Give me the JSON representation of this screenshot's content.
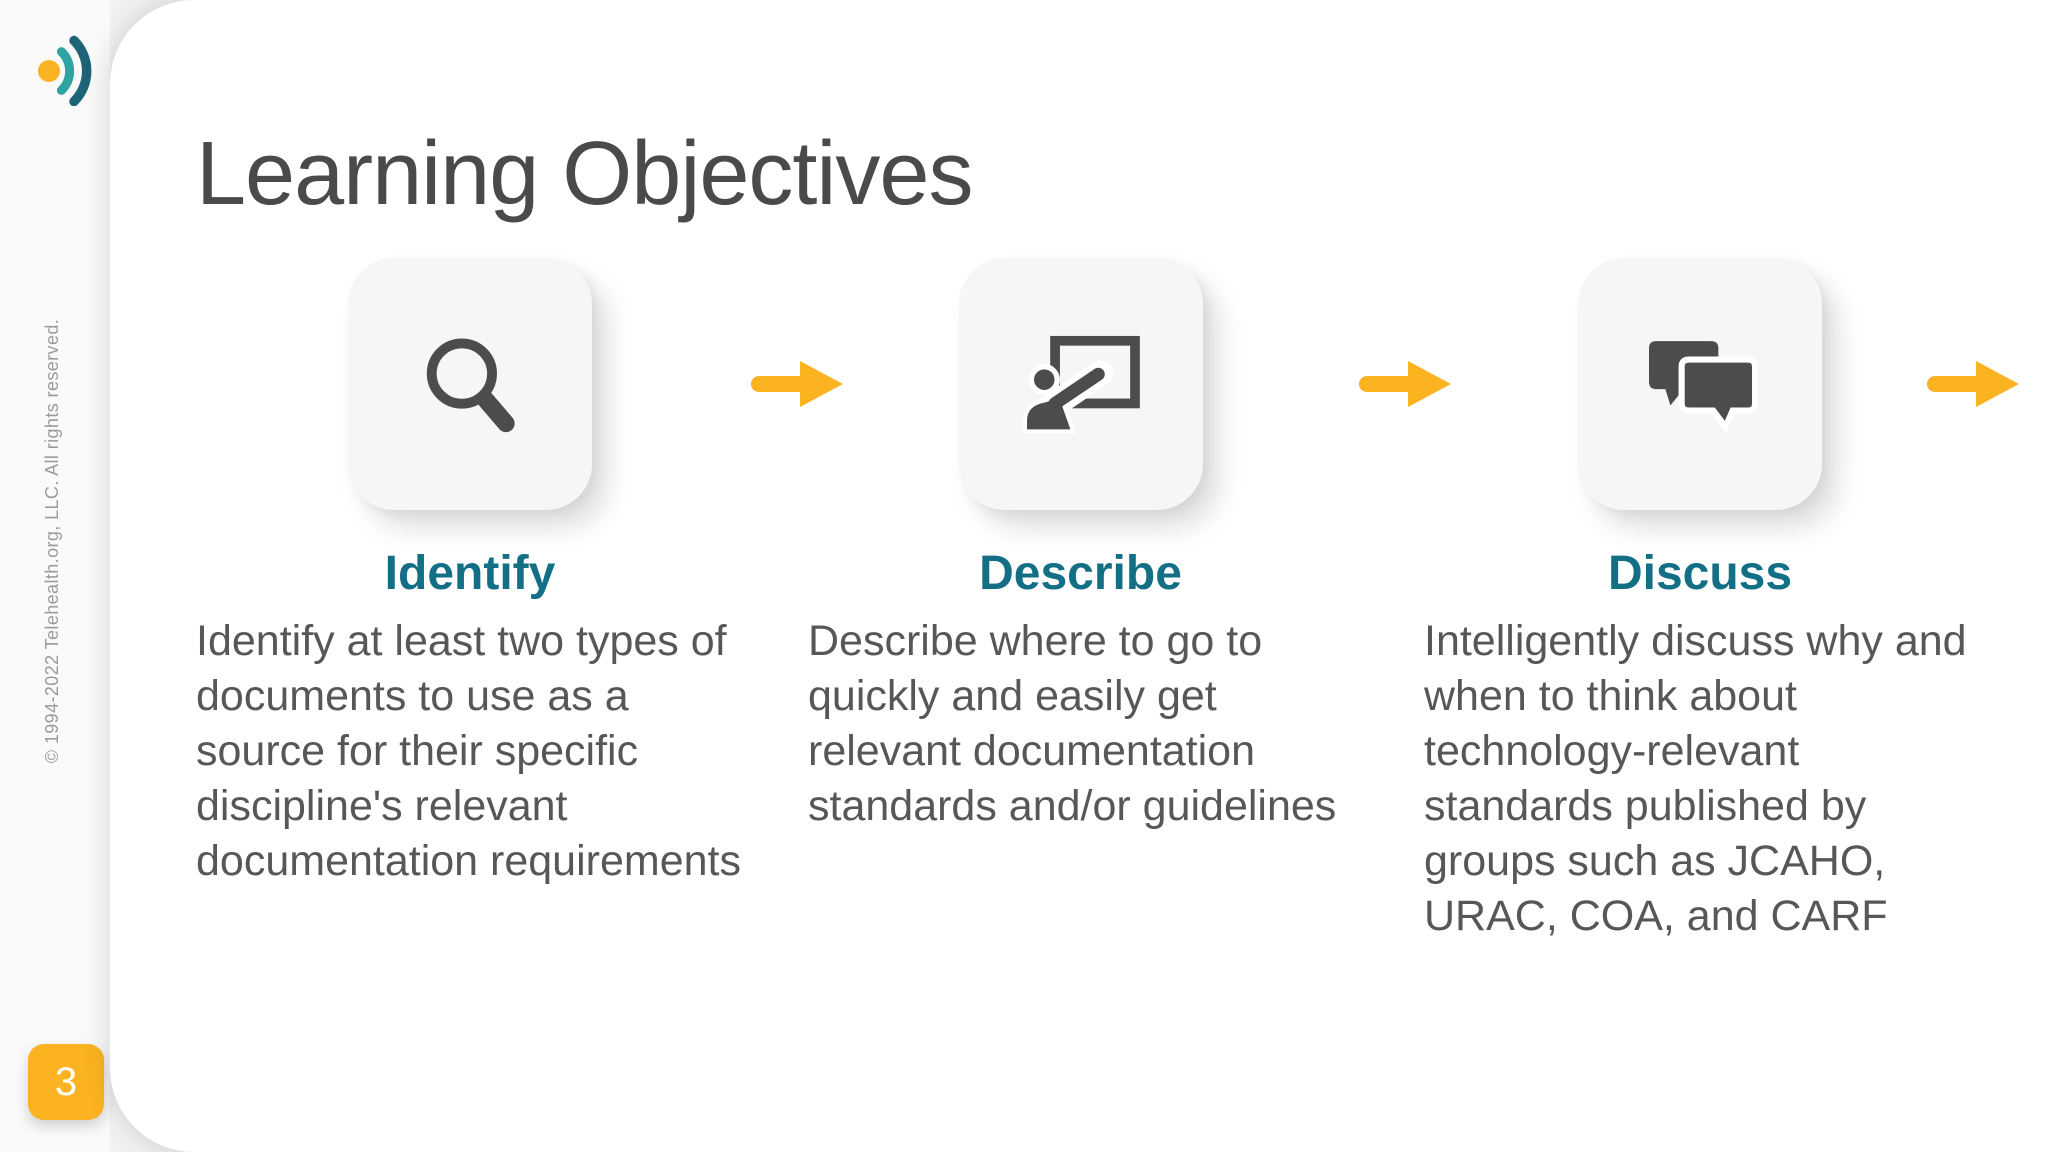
{
  "slide": {
    "title": "Learning Objectives",
    "page_number": "3",
    "copyright": "© 1994-2022 Telehealth.org, LLC.  All rights reserved.",
    "columns": [
      {
        "heading": "Identify",
        "icon": "search-icon",
        "body": "Identify at least two types of documents to use as a source for their specific discipline's relevant documentation requirements"
      },
      {
        "heading": "Describe",
        "icon": "presenter-whiteboard-icon",
        "body": "Describe where to go to quickly and easily get relevant documentation standards and/or guidelines"
      },
      {
        "heading": "Discuss",
        "icon": "chat-bubbles-icon",
        "body": "Intelligently discuss why and when to think about technology-relevant standards published by groups such as JCAHO, URAC, COA, and CARF"
      }
    ],
    "colors": {
      "accent_yellow": "#fbb321",
      "heading_teal": "#136f85",
      "title_gray": "#4a4a4c",
      "body_gray": "#565759",
      "icon_gray": "#4c4c4e",
      "logo_teal_inner": "#2ea3a1",
      "logo_teal_outer": "#1d6478"
    }
  }
}
